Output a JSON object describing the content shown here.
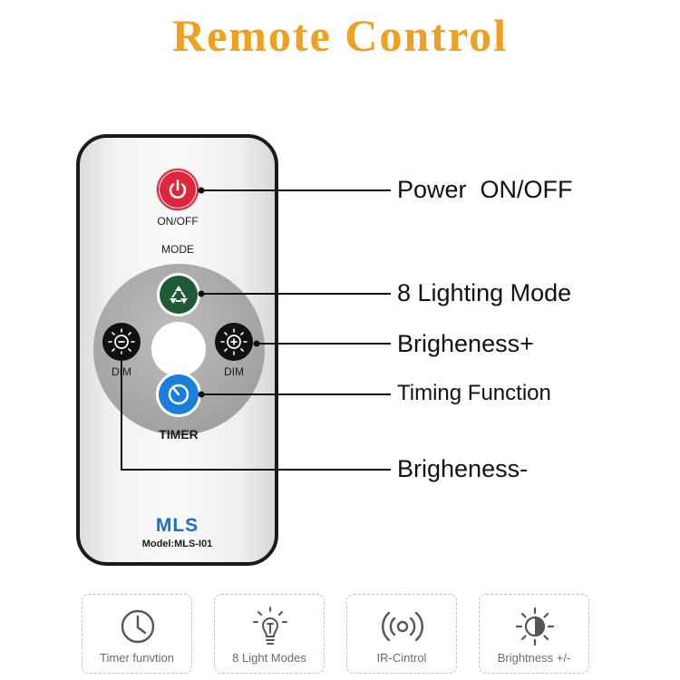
{
  "title": "Remote Control",
  "colors": {
    "title": "#f0a020",
    "power": "#e0243a",
    "mode": "#1f5a34",
    "timer": "#1a7fdc",
    "brand": "#1a6fd1",
    "line": "#111111"
  },
  "remote": {
    "power_label": "ON/OFF",
    "mode_label": "MODE",
    "dim_left_label": "DIM",
    "dim_right_label": "DIM",
    "timer_label": "TIMER",
    "brand": "MLS",
    "model": "Model:MLS-I01"
  },
  "callouts": {
    "power": "Power  ON/OFF",
    "mode": "8 Lighting Mode",
    "bright_plus": "Brigheness+",
    "timing": "Timing Function",
    "bright_minus": "Brigheness-"
  },
  "features": [
    {
      "label": "Timer funvtion",
      "icon": "clock-icon"
    },
    {
      "label": "8 Light Modes",
      "icon": "lightbulb-icon"
    },
    {
      "label": "IR-Cintrol",
      "icon": "ir-signal-icon"
    },
    {
      "label": "Brightness +/-",
      "icon": "brightness-icon"
    }
  ]
}
